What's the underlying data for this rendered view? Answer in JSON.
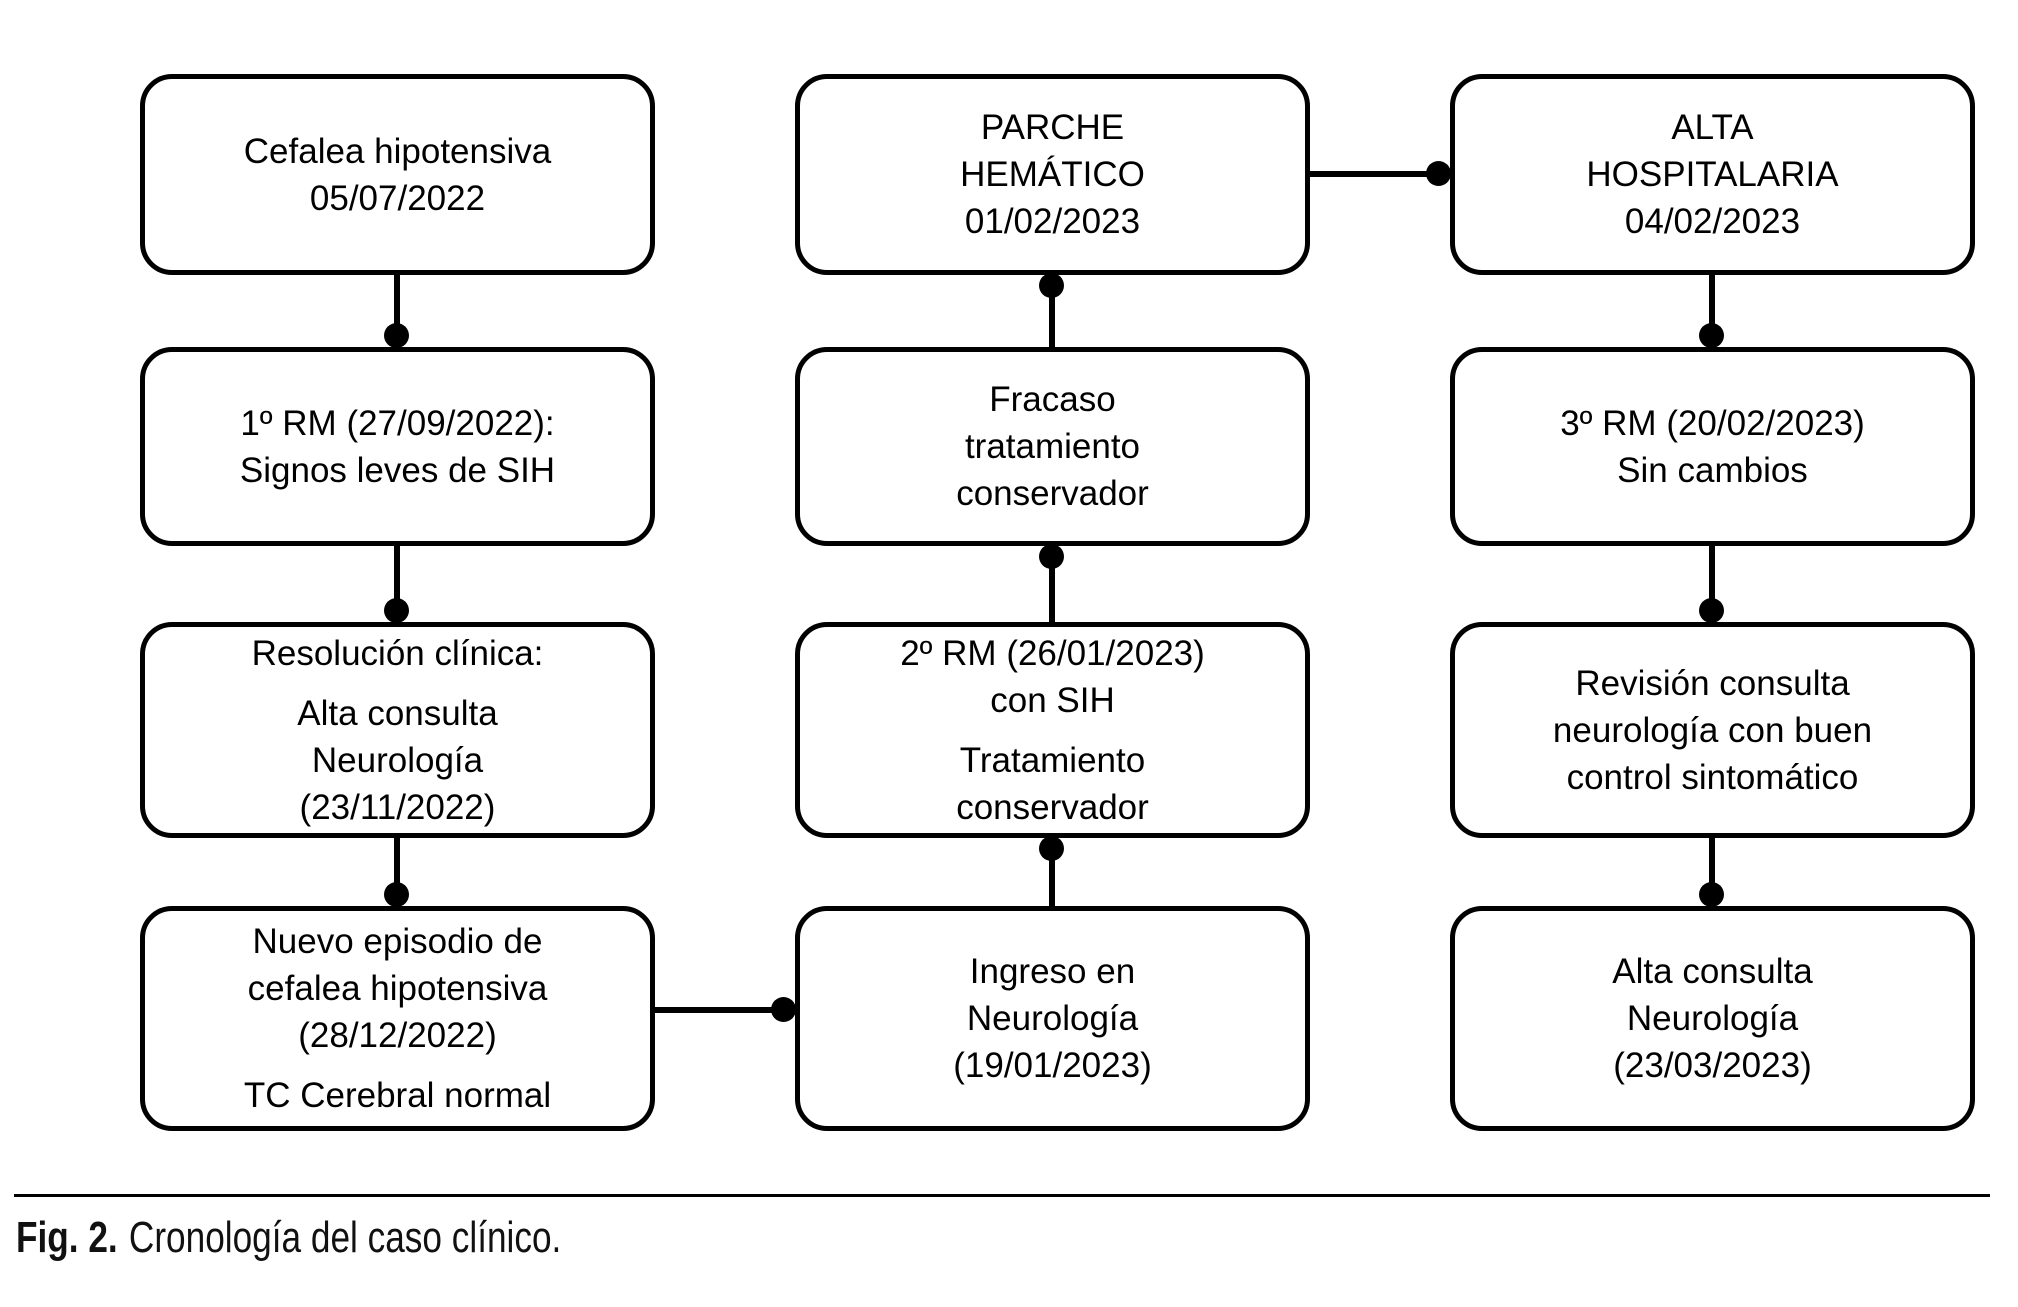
{
  "figure": {
    "caption_label": "Fig. 2.",
    "caption_text": "Cronología del caso clínico."
  },
  "colors": {
    "line": "#000000",
    "text": "#000000",
    "background": "#ffffff"
  },
  "boxes": {
    "cefalea": [
      [
        "Cefalea hipotensiva",
        "05/07/2022"
      ]
    ],
    "rm1": [
      [
        "1º RM (27/09/2022):",
        "Signos leves de SIH"
      ]
    ],
    "resolucion": [
      [
        "Resolución clínica:"
      ],
      [
        "Alta consulta",
        "Neurología",
        "(23/11/2022)"
      ]
    ],
    "nuevo_episodio": [
      [
        "Nuevo episodio de",
        "cefalea hipotensiva",
        "(28/12/2022)"
      ],
      [
        "TC Cerebral normal"
      ]
    ],
    "parche": [
      [
        "PARCHE",
        "HEMÁTICO",
        "01/02/2023"
      ]
    ],
    "fracaso": [
      [
        "Fracaso",
        "tratamiento",
        "conservador"
      ]
    ],
    "rm2": [
      [
        "2º RM (26/01/2023)",
        "con SIH"
      ],
      [
        "Tratamiento",
        "conservador"
      ]
    ],
    "ingreso": [
      [
        "Ingreso en",
        "Neurología",
        "(19/01/2023)"
      ]
    ],
    "alta_hospitalaria": [
      [
        "ALTA",
        "HOSPITALARIA",
        "04/02/2023"
      ]
    ],
    "rm3": [
      [
        "3º RM (20/02/2023)",
        "Sin cambios"
      ]
    ],
    "revision": [
      [
        "Revisión consulta",
        "neurología con buen",
        "control sintomático"
      ]
    ],
    "alta_consulta": [
      [
        "Alta consulta",
        "Neurología",
        "(23/03/2023)"
      ]
    ]
  }
}
